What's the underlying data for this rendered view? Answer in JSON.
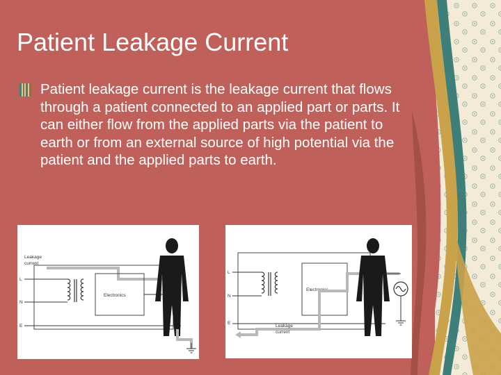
{
  "slide": {
    "title": "Patient Leakage Current",
    "bullet": "Patient leakage current is the leakage current that flows through a patient connected to an applied part or parts. It can either flow from the applied parts via the patient to earth or from an external source of high potential via the patient and the applied parts to earth."
  },
  "diagram_left": {
    "leakage_label_line1": "Leakage",
    "leakage_label_line2": "current",
    "terminal_l": "L",
    "terminal_n": "N",
    "terminal_e": "E",
    "box_label": "Electronics"
  },
  "diagram_right": {
    "terminal_l": "L",
    "terminal_n": "N",
    "terminal_e": "E",
    "box_label": "Electronics",
    "leakage_label_line1": "Leakage",
    "leakage_label_line2": "current"
  },
  "colors": {
    "background": "#c0605a",
    "decor_gold": "#c9a24a",
    "decor_teal": "#3f7f7a",
    "decor_floral": "#f3ead8"
  },
  "icons": {
    "bullet": "striped-square-bullet-icon",
    "ac_source": "ac-source-icon",
    "earth": "earth-ground-icon"
  }
}
